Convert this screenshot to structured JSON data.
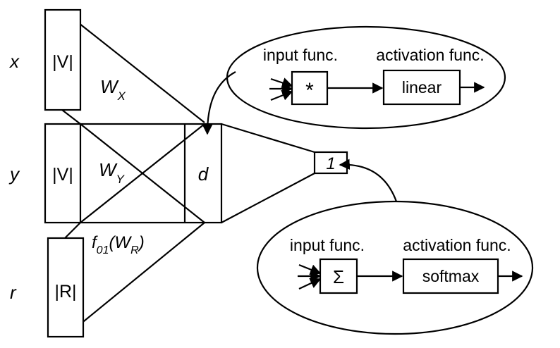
{
  "left_labels": {
    "x": "x",
    "y": "y",
    "r": "r"
  },
  "blocks": {
    "x_block": "|V|",
    "y_block": "|V|",
    "r_block": "|R|",
    "d_block": "d"
  },
  "weights": {
    "wx_main": "W",
    "wx_sub": "X",
    "wy_main": "W",
    "wy_sub": "Y",
    "wr_f": "f",
    "wr_f_sub": "01",
    "wr_open": "(W",
    "wr_sub": "R",
    "wr_close": ")"
  },
  "output_node": "1",
  "top_unit": {
    "input_label": "input func.",
    "activation_label": "activation func.",
    "input_symbol": "*",
    "activation_name": "linear"
  },
  "bottom_unit": {
    "input_label": "input func.",
    "activation_label": "activation func.",
    "input_symbol": "Σ",
    "activation_name": "softmax"
  }
}
